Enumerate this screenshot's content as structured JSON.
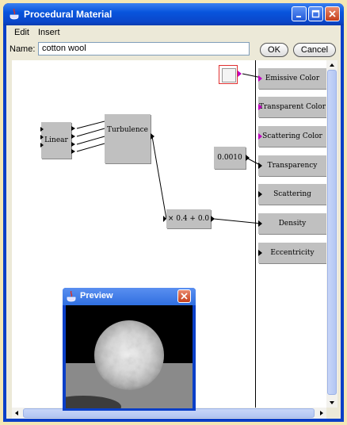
{
  "window": {
    "title": "Procedural Material"
  },
  "menu": [
    "Edit",
    "Insert"
  ],
  "name_field": {
    "label": "Name:",
    "value": "cotton wool"
  },
  "buttons": {
    "ok": "OK",
    "cancel": "Cancel"
  },
  "nodes": {
    "linear": "Linear",
    "turbulence": "Turbulence",
    "constant": "0.0010",
    "transform": "× 0.4 + 0.0"
  },
  "properties": [
    "Emissive Color",
    "Transparent Color",
    "Scattering Color",
    "Transparency",
    "Scattering",
    "Density",
    "Eccentricity"
  ],
  "preview": {
    "title": "Preview"
  },
  "colors": {
    "title_blue": "#0a46c9",
    "port_magenta": "#c000c0",
    "node_gray": "#c0c0c0"
  }
}
